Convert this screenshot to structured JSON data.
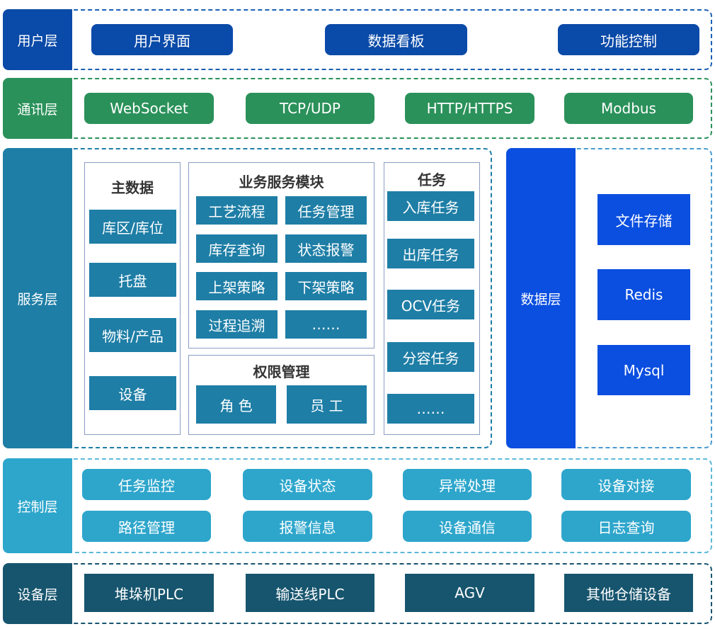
{
  "colors": {
    "user": "#0a4aa8",
    "comm": "#2a915a",
    "service": "#1e7ea6",
    "data": "#0b4fe0",
    "control": "#2ea6cc",
    "device": "#17556e"
  },
  "user_layer": {
    "label": "用户层",
    "items": [
      "用户界面",
      "数据看板",
      "功能控制"
    ]
  },
  "comm_layer": {
    "label": "通讯层",
    "items": [
      "WebSocket",
      "TCP/UDP",
      "HTTP/HTTPS",
      "Modbus"
    ]
  },
  "service_layer": {
    "label": "服务层",
    "master": {
      "title": "主数据",
      "items": [
        "库区/库位",
        "托盘",
        "物料/产品",
        "设备"
      ]
    },
    "business": {
      "title": "业务服务模块",
      "items": [
        "工艺流程",
        "任务管理",
        "库存查询",
        "状态报警",
        "上架策略",
        "下架策略",
        "过程追溯",
        "……"
      ]
    },
    "permission": {
      "title": "权限管理",
      "items": [
        "角 色",
        "员 工"
      ]
    },
    "task": {
      "title": "任务",
      "items": [
        "入库任务",
        "出库任务",
        "OCV任务",
        "分容任务",
        "……"
      ]
    }
  },
  "data_layer": {
    "label": "数据层",
    "items": [
      "文件存储",
      "Redis",
      "Mysql"
    ]
  },
  "control_layer": {
    "label": "控制层",
    "items": [
      "任务监控",
      "设备状态",
      "异常处理",
      "设备对接",
      "路径管理",
      "报警信息",
      "设备通信",
      "日志查询"
    ]
  },
  "device_layer": {
    "label": "设备层",
    "items": [
      "堆垛机PLC",
      "输送线PLC",
      "AGV",
      "其他仓储设备"
    ]
  }
}
